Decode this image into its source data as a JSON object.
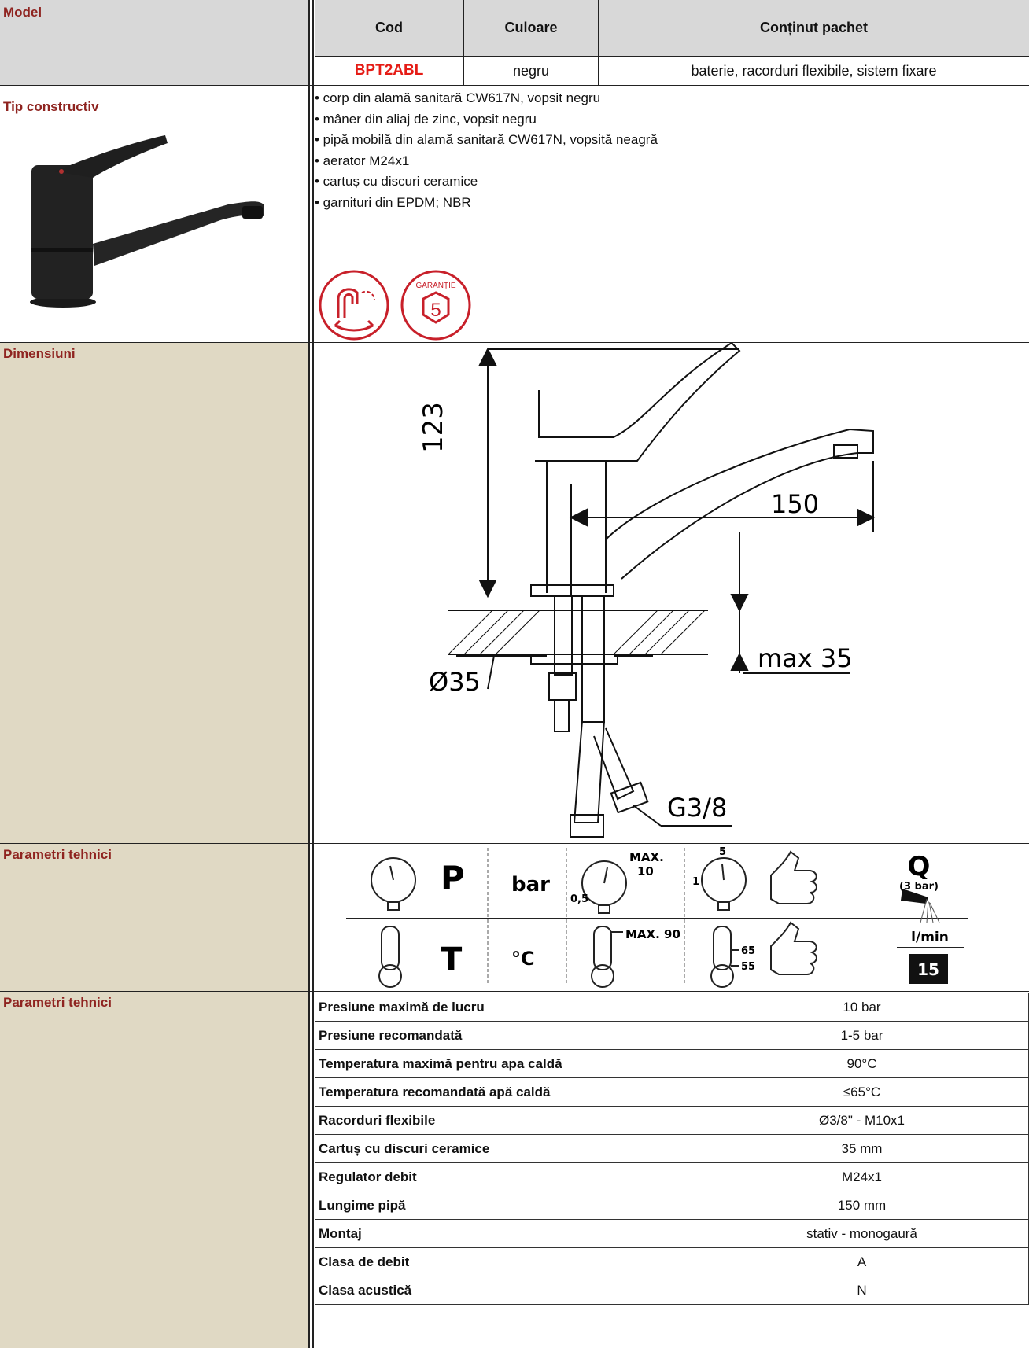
{
  "labels": {
    "model": "Model",
    "tip": "Tip constructiv",
    "dimensiuni": "Dimensiuni",
    "param1": "Parametri tehnici",
    "param2": "Parametri tehnici"
  },
  "header": {
    "cod": "Cod",
    "culoare": "Culoare",
    "continut": "Conținut pachet"
  },
  "product": {
    "code": "BPT2ABL",
    "color": "negru",
    "package": "baterie, racorduri flexibile, sistem fixare",
    "code_color": "#e51b15"
  },
  "features": [
    "• corp din alamă sanitară CW617N, vopsit negru",
    "• mâner din aliaj de zinc, vopsit negru",
    "• pipă mobilă din alamă sanitară CW617N, vopsită neagră",
    "• aerator M24x1",
    "• cartuș cu discuri ceramice",
    "• garnituri din EPDM; NBR"
  ],
  "badges": {
    "guarantee_text": "GARANȚIE",
    "guarantee_years": "5",
    "icon1": "swivel-spout-icon",
    "icon2": "guarantee-badge-icon"
  },
  "dimensions": {
    "height": "123",
    "reach": "150",
    "max_thickness": "max 35",
    "hole": "Ø35",
    "connection": "G3/8"
  },
  "pictograms": {
    "p": "P",
    "bar": "bar",
    "max": "MAX.",
    "max10": "10",
    "min05": "0,5",
    "rec5": "5",
    "rec1": "1",
    "t": "T",
    "celsius": "°C",
    "max90": "MAX. 90",
    "t65": "65",
    "t55": "55",
    "q": "Q",
    "q_cond": "(3 bar)",
    "lmin": "l/min",
    "flow": "15"
  },
  "specs": [
    {
      "k": "Presiune maximă de lucru",
      "v": "10 bar"
    },
    {
      "k": "Presiune recomandată",
      "v": "1-5 bar"
    },
    {
      "k": "Temperatura maximă pentru apa caldă",
      "v": "90°C"
    },
    {
      "k": "Temperatura recomandată apă caldă",
      "v": "≤65°C"
    },
    {
      "k": "Racorduri flexibile",
      "v": "Ø3/8\" - M10x1"
    },
    {
      "k": "Cartuș cu discuri ceramice",
      "v": "35 mm"
    },
    {
      "k": "Regulator debit",
      "v": "M24x1"
    },
    {
      "k": "Lungime pipă",
      "v": "150 mm"
    },
    {
      "k": "Montaj",
      "v": "stativ - monogaură"
    },
    {
      "k": "Clasa de debit",
      "v": "A"
    },
    {
      "k": "Clasa acustică",
      "v": "N"
    }
  ]
}
